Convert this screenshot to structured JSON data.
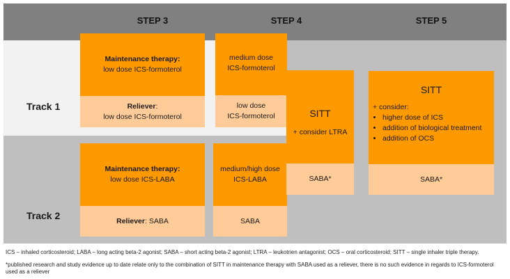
{
  "header": {
    "steps": [
      "STEP 3",
      "STEP 4",
      "STEP 5"
    ]
  },
  "tracks": [
    "Track 1",
    "Track 2"
  ],
  "track1": {
    "step3": {
      "maint_label": "Maintenance therapy:",
      "maint_value": "low dose ICS-formoterol",
      "rel_label": "Reliever",
      "rel_value": "low dose ICS-formoterol"
    },
    "step4": {
      "maint_line1": "medium dose",
      "maint_line2": "ICS-formoterol",
      "rel_line1": "low dose",
      "rel_line2": "ICS-formoterol"
    }
  },
  "track2": {
    "step3": {
      "maint_label": "Maintenance therapy:",
      "maint_value": "low dose ICS-LABA",
      "rel_label": "Reliever",
      "rel_value": ": SABA"
    },
    "step4": {
      "maint_line1": "medium/high dose",
      "maint_line2": "ICS-LABA",
      "rel": "SABA"
    }
  },
  "shared_step4": {
    "title": "SITT",
    "consider": "+ consider LTRA",
    "reliever": "SABA*"
  },
  "shared_step5": {
    "title": "SITT",
    "consider": "+ consider:",
    "items": [
      "higher dose of ICS",
      "addition of biological treatment",
      "addition of OCS"
    ],
    "reliever": "SABA*"
  },
  "footer": {
    "abbreviations": "ICS – inhaled corticosteroid; LABA – long acting beta-2 agonist; SABA – short acting beta-2 agonist; LTRA – leukotrien antagonist; OCS – oral corticosteroid; SITT – single inhaler triple therapy.",
    "note": "*published research and study evidence up to date relate only to the combination of SITT in maintenance therapy with SABA used as a reliever, there is no such evidence in regards to ICS-formoterol used as a reliever"
  },
  "colors": {
    "header": "#808080",
    "track1_bg": "#f2f2f2",
    "track2_bg": "#bfbfbf",
    "maintenance": "#ff9900",
    "reliever": "#ffcc99"
  }
}
